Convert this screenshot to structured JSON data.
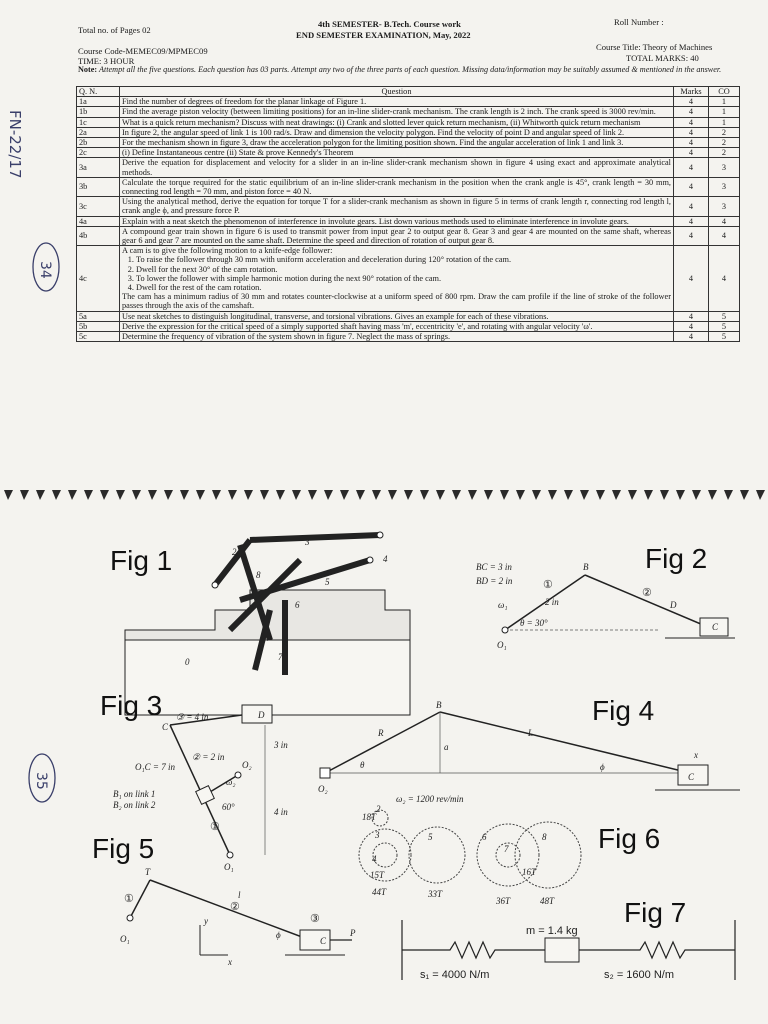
{
  "header": {
    "total_pages": "Total no. of Pages 02",
    "semester": "4th SEMESTER- B.Tech. Course work",
    "exam": "END SEMESTER EXAMINATION, May, 2022",
    "roll": "Roll Number :",
    "course_code": "Course Code-MEMEC09/MPMEC09",
    "time": "TIME: 3 HOUR",
    "course_title": "Course Title: Theory of Machines",
    "total_marks": "TOTAL MARKS: 40",
    "note_label": "Note:",
    "note_text": "Attempt all the five questions. Each question has 03 parts. Attempt any two of the three parts of each question. Missing data/information may be suitably assumed & mentioned in the answer."
  },
  "table": {
    "headers": [
      "Q. N.",
      "Question",
      "Marks",
      "CO"
    ],
    "rows": [
      {
        "qn": "1a",
        "text": "Find the number of degrees of freedom for the planar linkage of Figure 1.",
        "marks": "4",
        "co": "1"
      },
      {
        "qn": "1b",
        "text": "Find the average piston velocity (between limiting positions) for an in-line slider-crank mechanism. The crank length is 2 inch. The crank speed is 3000 rev/min.",
        "marks": "4",
        "co": "1"
      },
      {
        "qn": "1c",
        "text": "What is a quick return mechanism? Discuss with neat drawings: (i) Crank and slotted lever quick return mechanism, (ii) Whitworth quick return mechanism",
        "marks": "4",
        "co": "1"
      },
      {
        "qn": "2a",
        "text": "In figure 2, the angular speed of link 1 is 100 rad/s. Draw and dimension the velocity polygon. Find the velocity of point D and angular speed of link 2.",
        "marks": "4",
        "co": "2"
      },
      {
        "qn": "2b",
        "text": "For the mechanism shown in figure 3, draw the acceleration polygon for the limiting position shown. Find the angular acceleration of link 1 and link 3.",
        "marks": "4",
        "co": "2"
      },
      {
        "qn": "2c",
        "text": "(i) Define Instantaneous centre (ii) State & prove Kennedy's Theorem",
        "marks": "4",
        "co": "2"
      },
      {
        "qn": "3a",
        "text": "Derive the equation for displacement and velocity for a slider in an in-line slider-crank mechanism shown in figure 4 using exact and approximate analytical methods.",
        "marks": "4",
        "co": "3"
      },
      {
        "qn": "3b",
        "text": "Calculate the torque required for the static equilibrium of an in-line slider-crank mechanism in the position when the crank angle is 45°, crank length = 30 mm, connecting rod length = 70 mm, and piston force = 40 N.",
        "marks": "4",
        "co": "3"
      },
      {
        "qn": "3c",
        "text": "Using the analytical method, derive the equation for torque T for a slider-crank mechanism as shown in figure 5 in terms of crank length r, connecting rod length l, crank angle ϕ, and pressure force P.",
        "marks": "4",
        "co": "3"
      },
      {
        "qn": "4a",
        "text": "Explain with a neat sketch the phenomenon of interference in involute gears. List down various methods used to eliminate interference in involute gears.",
        "marks": "4",
        "co": "4"
      },
      {
        "qn": "4b",
        "text": "A compound gear train shown in figure 6 is used to transmit power from input gear 2 to output gear 8. Gear 3 and gear 4 are mounted on the same shaft, whereas gear 6 and gear 7 are mounted on the same shaft. Determine the speed and direction of rotation of output gear 8.",
        "marks": "4",
        "co": "4"
      }
    ],
    "q4c": {
      "qn": "4c",
      "intro": "A cam is to give the following motion to a knife-edge follower:",
      "items": [
        "To raise the follower through 30 mm with uniform acceleration and deceleration during 120° rotation of the cam.",
        "Dwell for the next 30° of the cam rotation.",
        "To lower the follower with simple harmonic motion during the next 90° rotation of the cam.",
        "Dwell for the rest of the cam rotation."
      ],
      "outro": "The cam has a minimum radius of 30 mm and rotates counter-clockwise at a uniform speed of 800 rpm. Draw the cam profile if the line of stroke of the follower passes through the axis of the camshaft.",
      "marks": "4",
      "co": "4"
    },
    "rows5": [
      {
        "qn": "5a",
        "text": "Use neat sketches to distinguish longitudinal, transverse, and torsional vibrations. Gives an example for each of these vibrations.",
        "marks": "4",
        "co": "5"
      },
      {
        "qn": "5b",
        "text": "Derive the expression for the critical speed of a simply supported shaft having mass 'm', eccentricity 'e', and rotating with angular velocity 'ω'.",
        "marks": "4",
        "co": "5"
      },
      {
        "qn": "5c",
        "text": "Determine the frequency of vibration of the system shown in figure 7. Neglect the mass of springs.",
        "marks": "4",
        "co": "5"
      }
    ]
  },
  "handwriting": {
    "side_note": "FN-22/17",
    "circle_1": "34",
    "circle_2": "35"
  },
  "figures": {
    "fig1": {
      "title": "Fig 1",
      "links": [
        "2",
        "3",
        "4",
        "5",
        "6",
        "7",
        "8",
        "0"
      ]
    },
    "fig2": {
      "title": "Fig 2",
      "bc": "BC = 3 in",
      "bd": "BD = 2 in",
      "crank": "2 in",
      "angle": "θ = 30°",
      "omega": "ω₁",
      "points": [
        "B",
        "D",
        "C",
        "O₁"
      ],
      "links": [
        "①",
        "②"
      ]
    },
    "fig3": {
      "title": "Fig 3",
      "c3": "③ = 4 in",
      "c2": "② = 2 in",
      "o1c": "O₁C = 7 in",
      "link_note_1": "B₁ on link 1",
      "link_note_2": "B₂ on link 2",
      "dim_3": "3 in",
      "dim_4": "4 in",
      "angle": "60°",
      "omega": "ω₂",
      "points": [
        "C",
        "D",
        "O₂",
        "O₁"
      ],
      "link1": "①"
    },
    "fig4": {
      "title": "Fig 4",
      "r": "R",
      "l": "L",
      "a": "a",
      "theta": "θ",
      "phi": "ϕ",
      "x": "x",
      "points": [
        "B",
        "C",
        "O₂"
      ]
    },
    "fig5": {
      "title": "Fig 5",
      "t": "T",
      "l": "l",
      "phi": "ϕ",
      "p": "P",
      "points": [
        "C",
        "O₁"
      ],
      "links": [
        "①",
        "②",
        "③"
      ],
      "axes": [
        "x",
        "y"
      ]
    },
    "fig6": {
      "title": "Fig 6",
      "speed": "ω₂ = 1200 rev/min",
      "teeth": [
        "18T",
        "15T",
        "44T",
        "33T",
        "16T",
        "36T",
        "48T"
      ],
      "gear_nums": [
        "2",
        "3",
        "4",
        "5",
        "6",
        "7",
        "8"
      ]
    },
    "fig7": {
      "title": "Fig 7",
      "m": "m = 1.4 kg",
      "s1": "s₁ = 4000 N/m",
      "s2": "s₂ = 1600 N/m"
    }
  }
}
